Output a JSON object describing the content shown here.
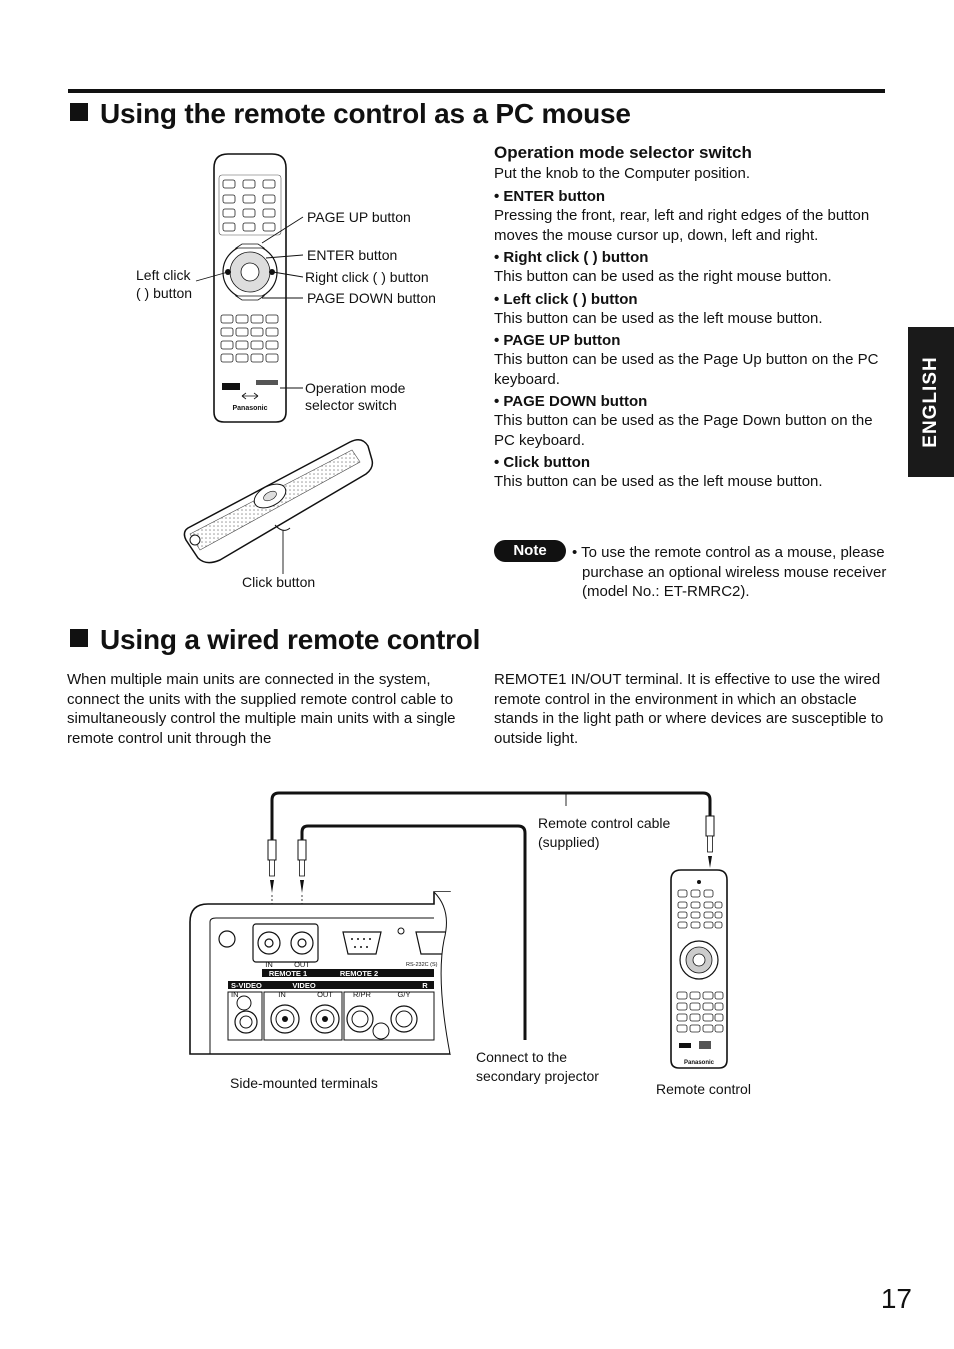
{
  "section1": {
    "title": "Using the remote control as a PC mouse",
    "callouts": {
      "page_up": "PAGE UP button",
      "enter": "ENTER button",
      "left_click_1": "Left click",
      "left_click_2": "( ) button",
      "right_click": "Right click ( ) button",
      "page_down": "PAGE DOWN button",
      "op_mode_1": "Operation mode",
      "op_mode_2": "selector switch",
      "click": "Click button"
    },
    "subheading": "Operation mode selector switch",
    "intro": "Put the knob to the Computer position.",
    "items": [
      {
        "title": "• ENTER button",
        "text": "Pressing the front, rear, left and right edges of the button moves the mouse cursor up, down, left and right."
      },
      {
        "title": "• Right click (  ) button",
        "text": "This button can be used as the right mouse button."
      },
      {
        "title": "• Left click (  ) button",
        "text": "This button can be used as the left mouse button."
      },
      {
        "title": "• PAGE UP button",
        "text": "This button can be used as the Page Up button on the PC keyboard."
      },
      {
        "title": "• PAGE DOWN button",
        "text": "This button can be used as the Page Down button on the PC keyboard."
      },
      {
        "title": "• Click button",
        "text": "This button can be used as the left mouse button."
      }
    ],
    "note_label": "Note",
    "note_text": "• To use the remote control as a mouse, please purchase an optional wireless mouse receiver (model No.: ET-RMRC2)."
  },
  "section2": {
    "title": "Using a wired remote control",
    "para_left": "When multiple main units are connected in the system, connect the units with the supplied remote control cable to simultaneously control the multiple main units with a single remote control unit through the",
    "para_right": "REMOTE1 IN/OUT terminal.  It is effective to use the wired remote control in the environment in which an obstacle stands in the light path or where devices are susceptible to outside light.",
    "labels": {
      "cable_1": "Remote control cable",
      "cable_2": "(supplied)",
      "connect_1": "Connect to the",
      "connect_2": "secondary projector",
      "side_terminals": "Side-mounted terminals",
      "remote_control": "Remote control"
    },
    "panel": {
      "in": "IN",
      "out": "OUT",
      "remote1": "REMOTE 1",
      "remote2": "REMOTE 2",
      "rs232": "RS-232C (S)",
      "svideo": "S-VIDEO",
      "video": "VIDEO",
      "rpr": "R/PR",
      "gy": "G/Y",
      "r_partial": "R"
    }
  },
  "sidebar_tab": "ENGLISH",
  "brand": "Panasonic",
  "page_number": "17"
}
